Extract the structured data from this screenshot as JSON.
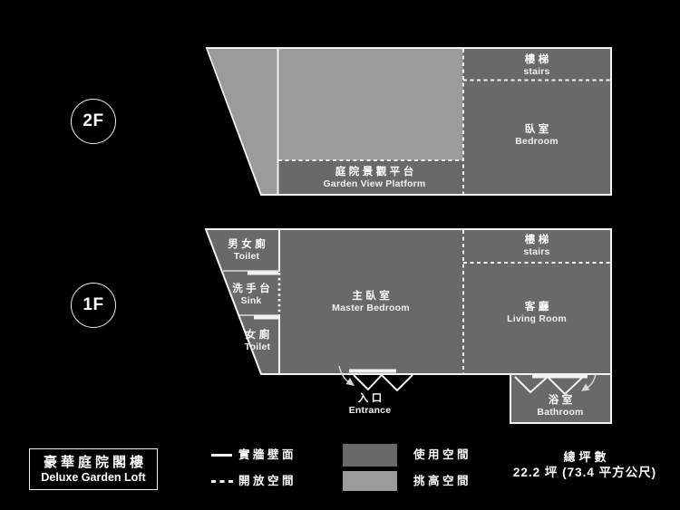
{
  "colors": {
    "background": "#000000",
    "used_space": "#696969",
    "double_height": "#9b9b9b",
    "wall": "#f2f2f2",
    "text": "#ffffff"
  },
  "floor2": {
    "badge": "2F",
    "stairs": {
      "zh": "樓梯",
      "en": "stairs"
    },
    "bedroom": {
      "zh": "臥室",
      "en": "Bedroom"
    },
    "garden_platform": {
      "zh": "庭院景觀平台",
      "en": "Garden View Platform"
    }
  },
  "floor1": {
    "badge": "1F",
    "toilet_unisex": {
      "zh": "男女廁",
      "en": "Toilet"
    },
    "sink": {
      "zh": "洗手台",
      "en": "Sink"
    },
    "toilet_women": {
      "zh": "女廁",
      "en": "Toilet"
    },
    "master_bedroom": {
      "zh": "主臥室",
      "en": "Master Bedroom"
    },
    "stairs": {
      "zh": "樓梯",
      "en": "stairs"
    },
    "living_room": {
      "zh": "客廳",
      "en": "Living Room"
    },
    "entrance": {
      "zh": "入口",
      "en": "Entrance"
    },
    "bathroom": {
      "zh": "浴室",
      "en": "Bathroom"
    }
  },
  "footer": {
    "title": {
      "zh": "豪華庭院閣樓",
      "en": "Deluxe Garden Loft"
    },
    "legend": {
      "solid_wall": "實牆壁面",
      "open_space": "開放空間",
      "used_space": "使用空間",
      "double_height_space": "挑高空間"
    },
    "total_area": {
      "label": "總坪數",
      "value": "22.2 坪 (73.4 平方公尺)"
    }
  }
}
